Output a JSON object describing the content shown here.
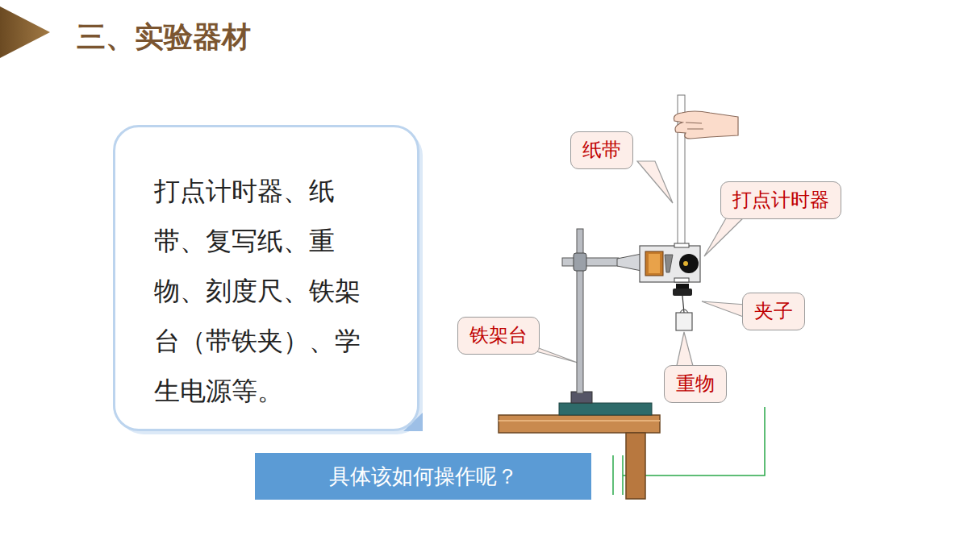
{
  "diagram": {
    "title": "三、实验器材",
    "nodes": [
      {
        "text": [
          "打点计时器、纸带、复写纸、重物、刻度尺、铁架台（带铁夹）、学生电源等。"
        ]
      },
      {
        "text": [
          "纸带"
        ]
      },
      {
        "text": [
          "打点计时器"
        ]
      },
      {
        "text": [
          "夹子"
        ]
      },
      {
        "text": [
          "铁架台"
        ]
      },
      {
        "text": [
          "重物"
        ]
      },
      {
        "text": [
          "具体该如何操作呢？"
        ]
      }
    ]
  }
}
